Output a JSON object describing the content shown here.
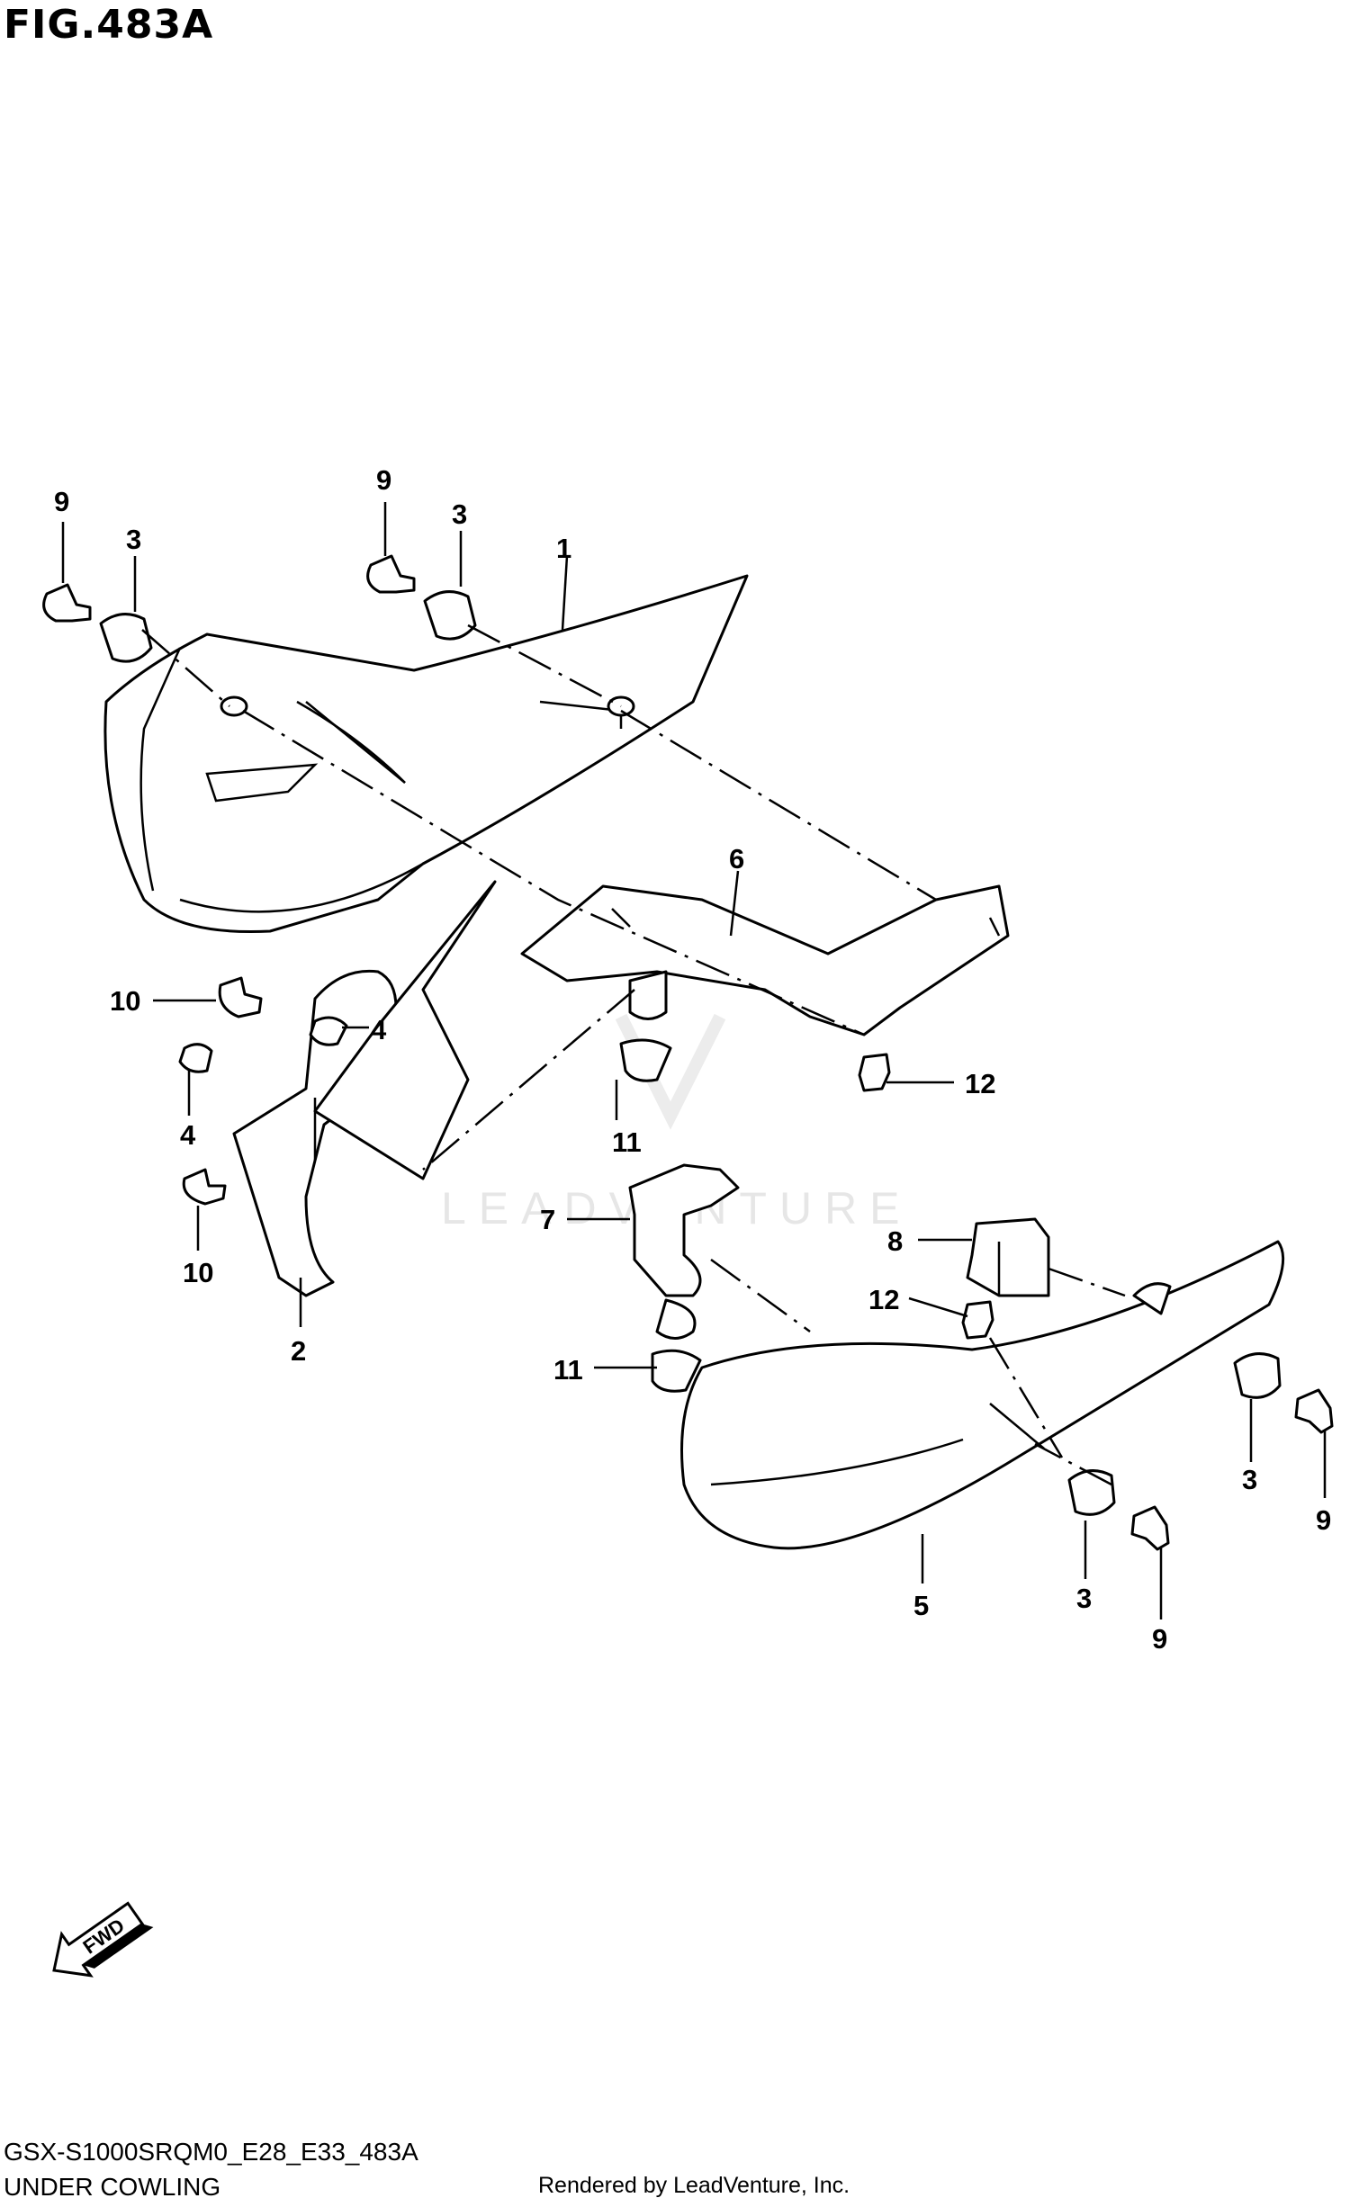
{
  "figure": {
    "title": "FIG.483A",
    "model_code": "GSX-S1000SRQM0_E28_E33_483A",
    "section_name": "UNDER COWLING",
    "credit": "Rendered by LeadVenture, Inc.",
    "watermark": "LEADVENTURE",
    "direction_label": "FWD"
  },
  "callouts": [
    {
      "id": "c1",
      "text": "1",
      "part": "under-cowling-upper"
    },
    {
      "id": "c2",
      "text": "2",
      "part": "cover-left"
    },
    {
      "id": "c3a",
      "text": "3",
      "part": "grommet"
    },
    {
      "id": "c3b",
      "text": "3",
      "part": "grommet"
    },
    {
      "id": "c3c",
      "text": "3",
      "part": "grommet"
    },
    {
      "id": "c3d",
      "text": "3",
      "part": "grommet"
    },
    {
      "id": "c4a",
      "text": "4",
      "part": "nut"
    },
    {
      "id": "c4b",
      "text": "4",
      "part": "nut"
    },
    {
      "id": "c5",
      "text": "5",
      "part": "under-cowling-lower"
    },
    {
      "id": "c6",
      "text": "6",
      "part": "bracket"
    },
    {
      "id": "c7",
      "text": "7",
      "part": "bracket"
    },
    {
      "id": "c8",
      "text": "8",
      "part": "bracket"
    },
    {
      "id": "c9a",
      "text": "9",
      "part": "screw"
    },
    {
      "id": "c9b",
      "text": "9",
      "part": "screw"
    },
    {
      "id": "c9c",
      "text": "9",
      "part": "screw"
    },
    {
      "id": "c9d",
      "text": "9",
      "part": "screw"
    },
    {
      "id": "c10a",
      "text": "10",
      "part": "screw"
    },
    {
      "id": "c10b",
      "text": "10",
      "part": "screw"
    },
    {
      "id": "c11a",
      "text": "11",
      "part": "cushion"
    },
    {
      "id": "c11b",
      "text": "11",
      "part": "cushion"
    },
    {
      "id": "c12a",
      "text": "12",
      "part": "bolt"
    },
    {
      "id": "c12b",
      "text": "12",
      "part": "bolt"
    }
  ]
}
